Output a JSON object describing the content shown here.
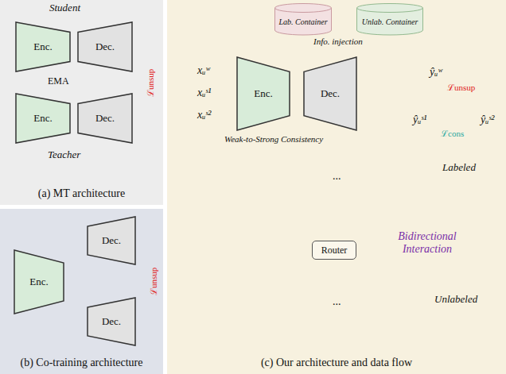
{
  "diagram": {
    "nodes": [
      {
        "text": [
          "(a) MT architecture"
        ]
      },
      {
        "text": [
          "Enc."
        ],
        "in": 0
      },
      {
        "text": [
          "Dec."
        ],
        "in": 0
      },
      {
        "text": [
          "Enc."
        ],
        "in": 0
      },
      {
        "text": [
          "Dec."
        ],
        "in": 0
      },
      {
        "text": [
          "(b) Co-training architecture"
        ]
      },
      {
        "text": [
          "Enc."
        ],
        "in": 5
      },
      {
        "text": [
          "Dec."
        ],
        "in": 5
      },
      {
        "text": [
          "Dec."
        ],
        "in": 5
      },
      {
        "text": [
          "(c) Our architecture and data flow"
        ]
      },
      {
        "text": [
          "Lab. Container"
        ],
        "in": 9
      },
      {
        "text": [
          "Unlab. Container"
        ],
        "in": 9
      },
      {
        "text": [
          "Enc."
        ],
        "in": 9
      },
      {
        "text": [
          "Dec."
        ],
        "in": 9
      },
      {
        "text": [
          "Router"
        ],
        "in": 9
      }
    ],
    "edges": [
      {
        "from": 1,
        "to": 3,
        "label": "EMA",
        "arrow": "to"
      },
      {
        "from": 4,
        "to": 2,
        "label": "ℒunsup",
        "arrow": "to"
      },
      {
        "from": 6,
        "to": 7,
        "arrow": "to"
      },
      {
        "from": 6,
        "to": 8,
        "arrow": "to"
      },
      {
        "from": 8,
        "to": 7,
        "label": "ℒunsup",
        "arrow": "to"
      },
      {
        "from": 10,
        "to": 13,
        "arrow": "to"
      },
      {
        "from": 11,
        "to": 13,
        "arrow": "to"
      }
    ],
    "labels": [
      "Student",
      "Teacher",
      "xᵤʷ",
      "xᵤˢ¹",
      "xᵤˢ²",
      "Info. injection",
      "ŷᵤʷ",
      "ℒunsup",
      "ŷᵤˢ¹",
      "ŷᵤˢ²",
      "ℒcons",
      "Weak-to-Strong Consistency",
      "Labeled",
      "...",
      "Bidirectional Interaction",
      "Unlabeled",
      "..."
    ]
  }
}
